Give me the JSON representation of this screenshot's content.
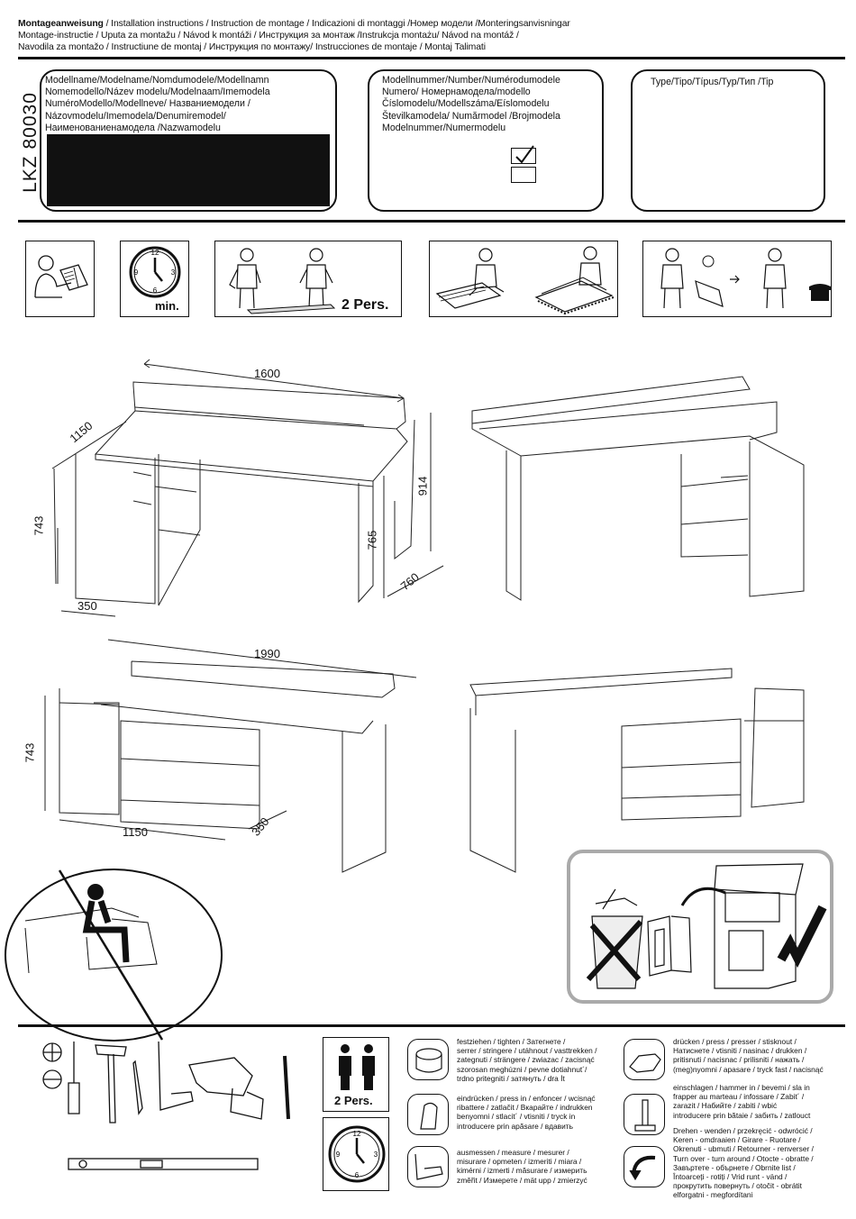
{
  "header": {
    "line1_bold": "Montageanweisung",
    "line1_rest": " / Installation instructions / Instruction de montage / Indicazioni di montaggi /Номер модели /Monteringsanvisningar",
    "line2": " Montage-instructie / Uputa za montažu / Návod k montáži / Инструкция за монтаж /Instrukcja montażu/ Návod na montáž /",
    "line3": "Navodila za montažo / Instructiune de montaj / Инструкция по монтажу/ Instrucciones de montaje / Montaj Talimati"
  },
  "product_code": "LKZ 80030",
  "model_name_box": {
    "lines": [
      "Modellname/Modelname/Nomdumodele/Modellnamn",
      " Nomemodello/Název modelu/Modelnaam/Imemodela",
      " NuméroModello/Modellneve/      Названиемодели  /",
      " Názovmodelu/Imemodela/Denumiremodel/",
      " Наименованиенамодела   /Nazwamodelu"
    ]
  },
  "model_number_box": {
    "lines": [
      "Modellnummer/Number/Numérodumodele",
      "Numero/    Номернамодела/modello",
      "Číslomodelu/Modellszáma/Eíslomodelu",
      "Številkamodela/   Numărmodel  /Brojmodela",
      "Modelnummer/Numermodelu"
    ],
    "checkbox_1_checked": true,
    "checkbox_2_checked": false
  },
  "type_box": {
    "label": "Type/Tipo/Típus/Typ/Тип        /Tip"
  },
  "icons_row": {
    "clock_min": "min.",
    "two_persons": "2 Pers."
  },
  "dimensions": {
    "view1": {
      "width": "1600",
      "depth": "1150",
      "height": "743",
      "cabinet": "350",
      "inner_h": "765",
      "top_h": "914",
      "desk_d": "760"
    },
    "view2": {
      "width": "1990",
      "height": "743",
      "length": "1150",
      "cabinet": "350"
    }
  },
  "clock_numbers": [
    "12",
    "3",
    "6",
    "9"
  ],
  "legend": {
    "two_pers": "2 Pers.",
    "tighten": [
      "festziehen / tighten / Затегнете /",
      "serrer / stringere / utáhnout / vasttrekken /",
      "zategnuti / strängere / zwiazac / zacisnąć",
      "szorosan meghúzni / pevne dotiahnut´/",
      "trdno pritegniti / затянуть / drа İt"
    ],
    "press_in": [
      "eindrücken / press in / enfoncer / wcisnąć",
      "ribattere / zatlačit / Вкарайте / indrukken",
      "benyomni / stlacit´ / vtisniti / tryck in",
      "introducere prin apăsare / вдавить"
    ],
    "measure": [
      "ausmessen / measure / mesurer /",
      "misurare / opmeten / izmeriti / miara /",
      "kimérni / izmerti / măsurare / измерить",
      "změřit / Измерете / mät upp / zmierzyć"
    ],
    "press": [
      "drücken / press / presser / stisknout /",
      "Натиснете / vtisniti / nasinac / drukken /",
      "pritisnuti / nacisnac / prilisniti / нажать /",
      "(meg)nyomni / apasare / tryck fast / nacisnąć"
    ],
    "hammer": [
      "einschlagen / hammer in / bevemi / sla in",
      "frapper au marteau / infossare / Zabit´ /",
      "zarazit / Набийте / zabiti / wbić",
      "introducere prin bătaie / забить / zatlouct"
    ],
    "turn": [
      "Drehen - wenden / przekręcić - odwrócić /",
      "Keren - omdraaien / Girare - Ruotare /",
      "Okrenuti - ubmuti / Retourner - renverser /",
      "Turn over - turn around / Otocte - obratte /",
      "Завъртете - обърнете / Obrnite list /",
      "Întoarceți - rotiți   / Vrid runt - vänd /",
      "прокрутить  повернуть      / otočit - obrátit",
      "elforgatni - megfordítani"
    ]
  }
}
